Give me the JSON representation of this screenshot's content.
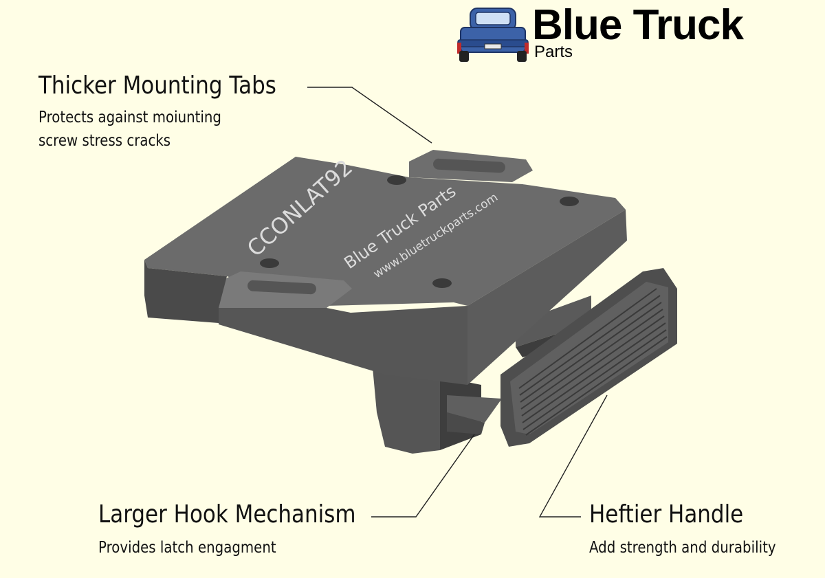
{
  "brand": {
    "name": "Blue Truck",
    "sub": "Parts",
    "icon": "truck-icon",
    "truck_color": "#3c62a8"
  },
  "callouts": {
    "tabs": {
      "title": "Thicker Mounting Tabs",
      "desc_lines": [
        "Protects against moiunting",
        "screw stress cracks"
      ]
    },
    "hook": {
      "title": "Larger Hook Mechanism",
      "desc": "Provides latch engagment"
    },
    "handle": {
      "title": "Heftier Handle",
      "desc": "Add strength and durability"
    }
  },
  "part": {
    "engraving_code": "CCONLAT92",
    "engraving_brand": "Blue Truck Parts",
    "engraving_url": "www.bluetruckparts.com"
  },
  "colors": {
    "background": "#fffee6",
    "part_top": "#6a6a6a",
    "part_side": "#4a4a4a"
  }
}
